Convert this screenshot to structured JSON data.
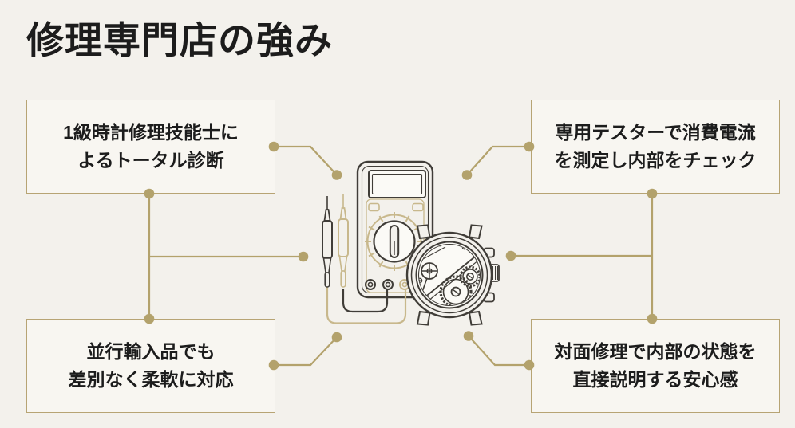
{
  "page": {
    "title": "修理専門店の強み"
  },
  "boxes": {
    "top_left": {
      "line1": "1級時計修理技能士に",
      "line2": "よるトータル診断"
    },
    "top_right": {
      "line1": "専用テスターで消費電流",
      "line2": "を測定し内部をチェック"
    },
    "bottom_left": {
      "line1": "並行輸入品でも",
      "line2": "差別なく柔軟に対応"
    },
    "bottom_right": {
      "line1": "対面修理で内部の状態を",
      "line2": "直接説明する安心感"
    }
  },
  "illustration": {
    "parts": [
      "multimeter-icon",
      "test-probe-dark-icon",
      "test-probe-gold-icon",
      "watch-movement-icon"
    ]
  },
  "colors": {
    "background": "#f3f1ec",
    "box_fill": "#f8f6f1",
    "box_border": "#b7a474",
    "accent_gold": "#b3a26c",
    "text_dark": "#1c1c1c",
    "ill_dark": "#403d38",
    "ill_gold": "#c8b88c",
    "screen_fill": "#fbfaf6"
  }
}
